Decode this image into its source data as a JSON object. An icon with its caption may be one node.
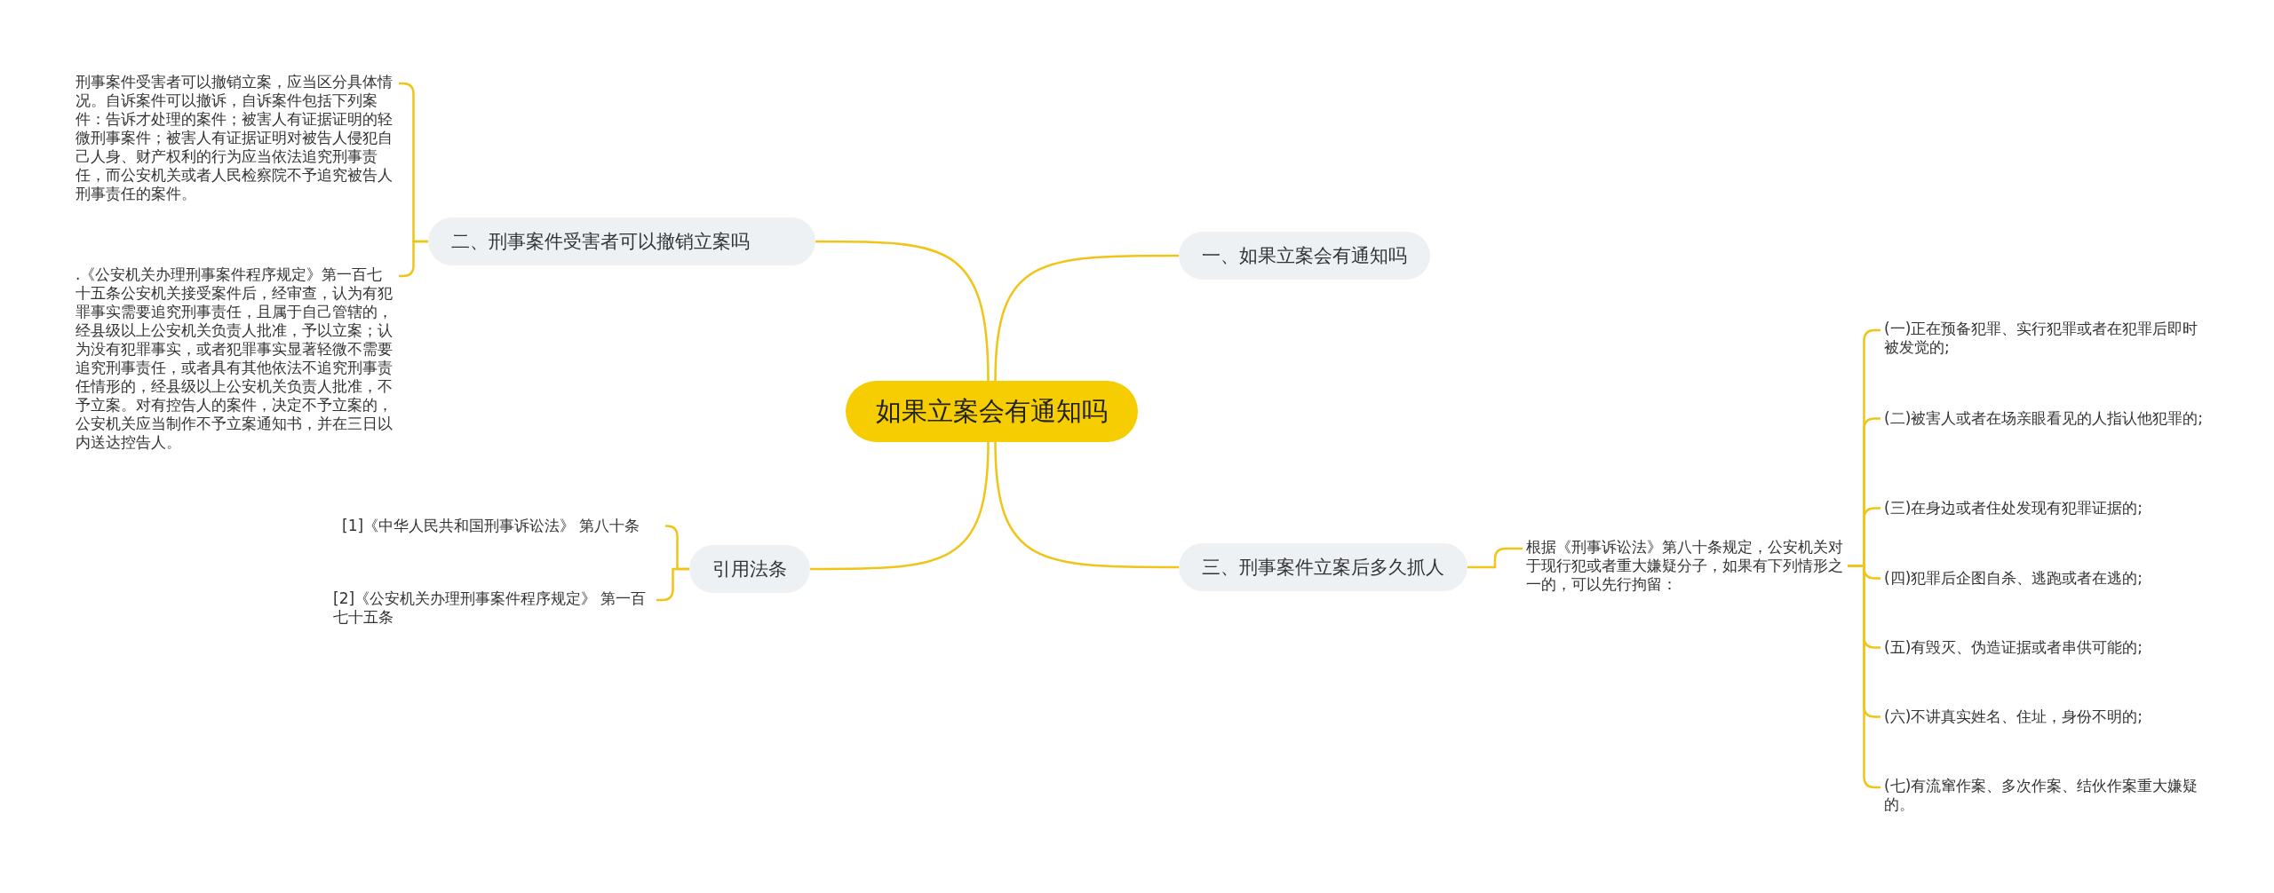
{
  "diagram": {
    "nodes": [
      {
        "text": [
          "如果立案会有通知吗"
        ]
      },
      {
        "text": [
          "一、如果立案会有通知吗"
        ]
      },
      {
        "text": [
          "二、刑事案件受害者可以撤销立案吗"
        ]
      },
      {
        "text": [
          "刑事案件受害者可以撤销立案，应当区分具体情况。自诉案件可以撤诉，自诉案件包括下列案件：告诉才处理的案件；被害人有证据证明的轻微刑事案件；被害人有证据证明对被告人侵犯自己人身、财产权利的行为应当依法追究刑事责任，而公安机关或者人民检察院不予追究被告人刑事责任的案件。"
        ]
      },
      {
        "text": [
          ".《公安机关办理刑事案件程序规定》第一百七十五条公安机关接受案件后，经审查，认为有犯罪事实需要追究刑事责任，且属于自己管辖的，经县级以上公安机关负责人批准，予以立案；认为没有犯罪事实，或者犯罪事实显著轻微不需要追究刑事责任，或者具有其他依法不追究刑事责任情形的，经县级以上公安机关负责人批准，不予立案。对有控告人的案件，决定不予立案的，公安机关应当制作不予立案通知书，并在三日以内送达控告人。"
        ]
      },
      {
        "text": [
          "引用法条"
        ]
      },
      {
        "text": [
          "[1]《中华人民共和国刑事诉讼法》 第八十条"
        ]
      },
      {
        "text": [
          "[2]《公安机关办理刑事案件程序规定》 第一百七十五条"
        ]
      },
      {
        "text": [
          "三、刑事案件立案后多久抓人"
        ]
      },
      {
        "text": [
          "根据《刑事诉讼法》第八十条规定，公安机关对于现行犯或者重大嫌疑分子，如果有下列情形之一的，可以先行拘留："
        ]
      },
      {
        "text": [
          "(一)正在预备犯罪、实行犯罪或者在犯罪后即时被发觉的;"
        ]
      },
      {
        "text": [
          "(二)被害人或者在场亲眼看见的人指认他犯罪的;"
        ]
      },
      {
        "text": [
          "(三)在身边或者住处发现有犯罪证据的;"
        ]
      },
      {
        "text": [
          "(四)犯罪后企图自杀、逃跑或者在逃的;"
        ]
      },
      {
        "text": [
          "(五)有毁灭、伪造证据或者串供可能的;"
        ]
      },
      {
        "text": [
          "(六)不讲真实姓名、住址，身份不明的;"
        ]
      },
      {
        "text": [
          "(七)有流窜作案、多次作案、结伙作案重大嫌疑的。"
        ]
      }
    ],
    "edges": [
      {
        "from": 0,
        "to": 1,
        "arrow": "none"
      },
      {
        "from": 0,
        "to": 2,
        "arrow": "none"
      },
      {
        "from": 2,
        "to": 3,
        "arrow": "none"
      },
      {
        "from": 2,
        "to": 4,
        "arrow": "none"
      },
      {
        "from": 0,
        "to": 5,
        "arrow": "none"
      },
      {
        "from": 5,
        "to": 6,
        "arrow": "none"
      },
      {
        "from": 5,
        "to": 7,
        "arrow": "none"
      },
      {
        "from": 0,
        "to": 8,
        "arrow": "none"
      },
      {
        "from": 8,
        "to": 9,
        "arrow": "none"
      },
      {
        "from": 9,
        "to": 10,
        "arrow": "none"
      },
      {
        "from": 9,
        "to": 11,
        "arrow": "none"
      },
      {
        "from": 9,
        "to": 12,
        "arrow": "none"
      },
      {
        "from": 9,
        "to": 13,
        "arrow": "none"
      },
      {
        "from": 9,
        "to": 14,
        "arrow": "none"
      },
      {
        "from": 9,
        "to": 15,
        "arrow": "none"
      },
      {
        "from": 9,
        "to": 16,
        "arrow": "none"
      }
    ]
  }
}
